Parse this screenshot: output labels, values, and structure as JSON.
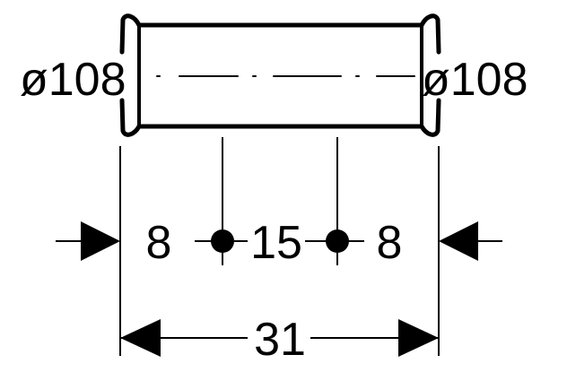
{
  "diagram": {
    "left_diameter": "ø108",
    "right_diameter": "ø108",
    "segment_left": "8",
    "segment_middle": "15",
    "segment_right": "8",
    "overall_length": "31"
  },
  "colors": {
    "stroke": "#000000",
    "background": "#ffffff"
  }
}
